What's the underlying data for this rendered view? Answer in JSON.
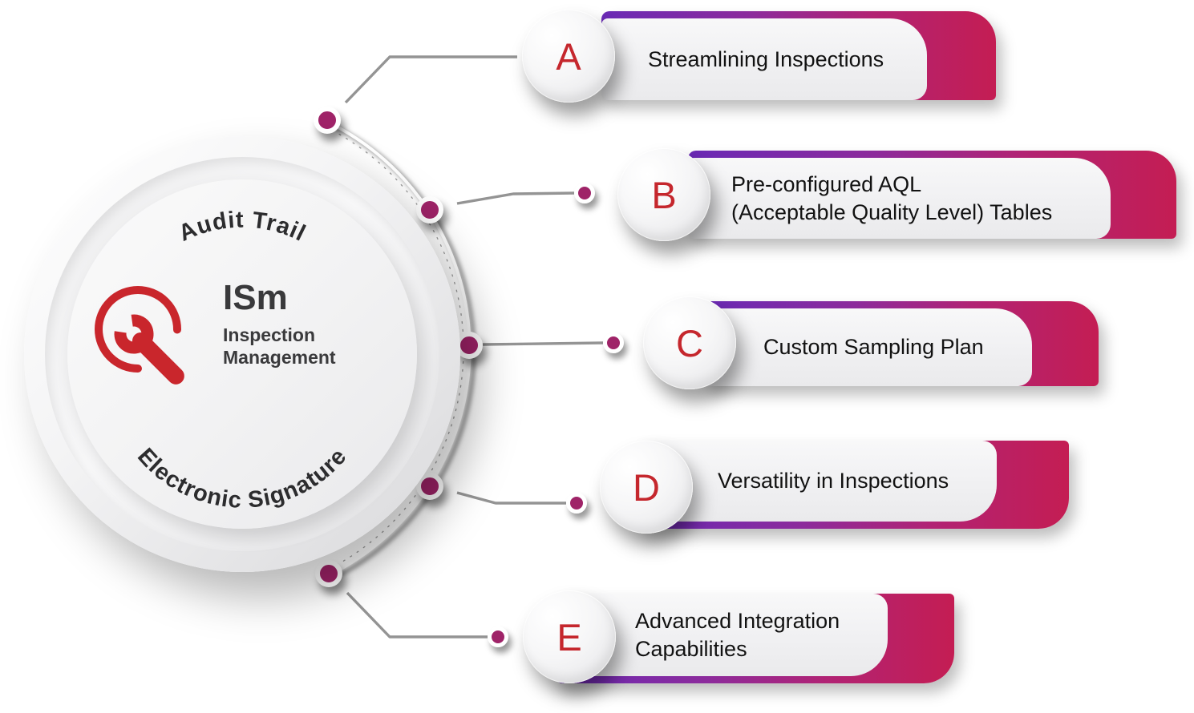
{
  "center": {
    "top_curved_text": "Audit Trail",
    "bottom_curved_text": "Electronic Signature",
    "acronym": "ISm",
    "title_line1": "Inspection",
    "title_line2": "Management",
    "icon": "wrench-magnifier-icon"
  },
  "items": [
    {
      "letter": "A",
      "lines": [
        "Streamlining Inspections"
      ]
    },
    {
      "letter": "B",
      "lines": [
        "Pre-configured AQL",
        "(Acceptable Quality Level) Tables"
      ]
    },
    {
      "letter": "C",
      "lines": [
        "Custom Sampling Plan"
      ]
    },
    {
      "letter": "D",
      "lines": [
        "Versatility in Inspections"
      ]
    },
    {
      "letter": "E",
      "lines": [
        "Advanced Integration",
        "Capabilities"
      ]
    }
  ],
  "colors": {
    "accent_purple": "#6a2ab5",
    "accent_crimson": "#c41d53",
    "dot_magenta": "#9f2368",
    "letter_red": "#c5272d",
    "icon_red": "#c9262c",
    "line_gray": "#949494",
    "text_dark": "#121212",
    "title_gray": "#3a3a3c"
  }
}
